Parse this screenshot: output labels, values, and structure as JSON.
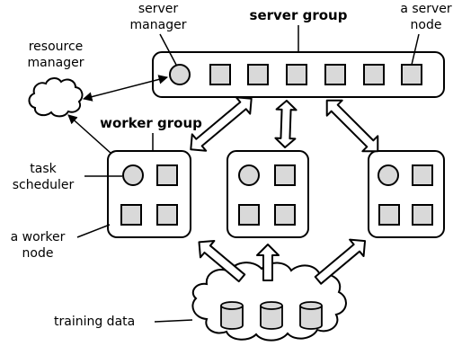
{
  "labels": {
    "server_manager_line1": "server",
    "server_manager_line2": "manager",
    "server_group": "server group",
    "server_node_line1": "a server",
    "server_node_line2": "node",
    "resource_manager_line1": "resource",
    "resource_manager_line2": "manager",
    "worker_group": "worker group",
    "task_scheduler_line1": "task",
    "task_scheduler_line2": "scheduler",
    "worker_node_line1": "a worker",
    "worker_node_line2": "node",
    "training_data": "training data"
  },
  "colors": {
    "node_fill": "#d9d9d9",
    "stroke": "#000000",
    "background": "#ffffff"
  }
}
